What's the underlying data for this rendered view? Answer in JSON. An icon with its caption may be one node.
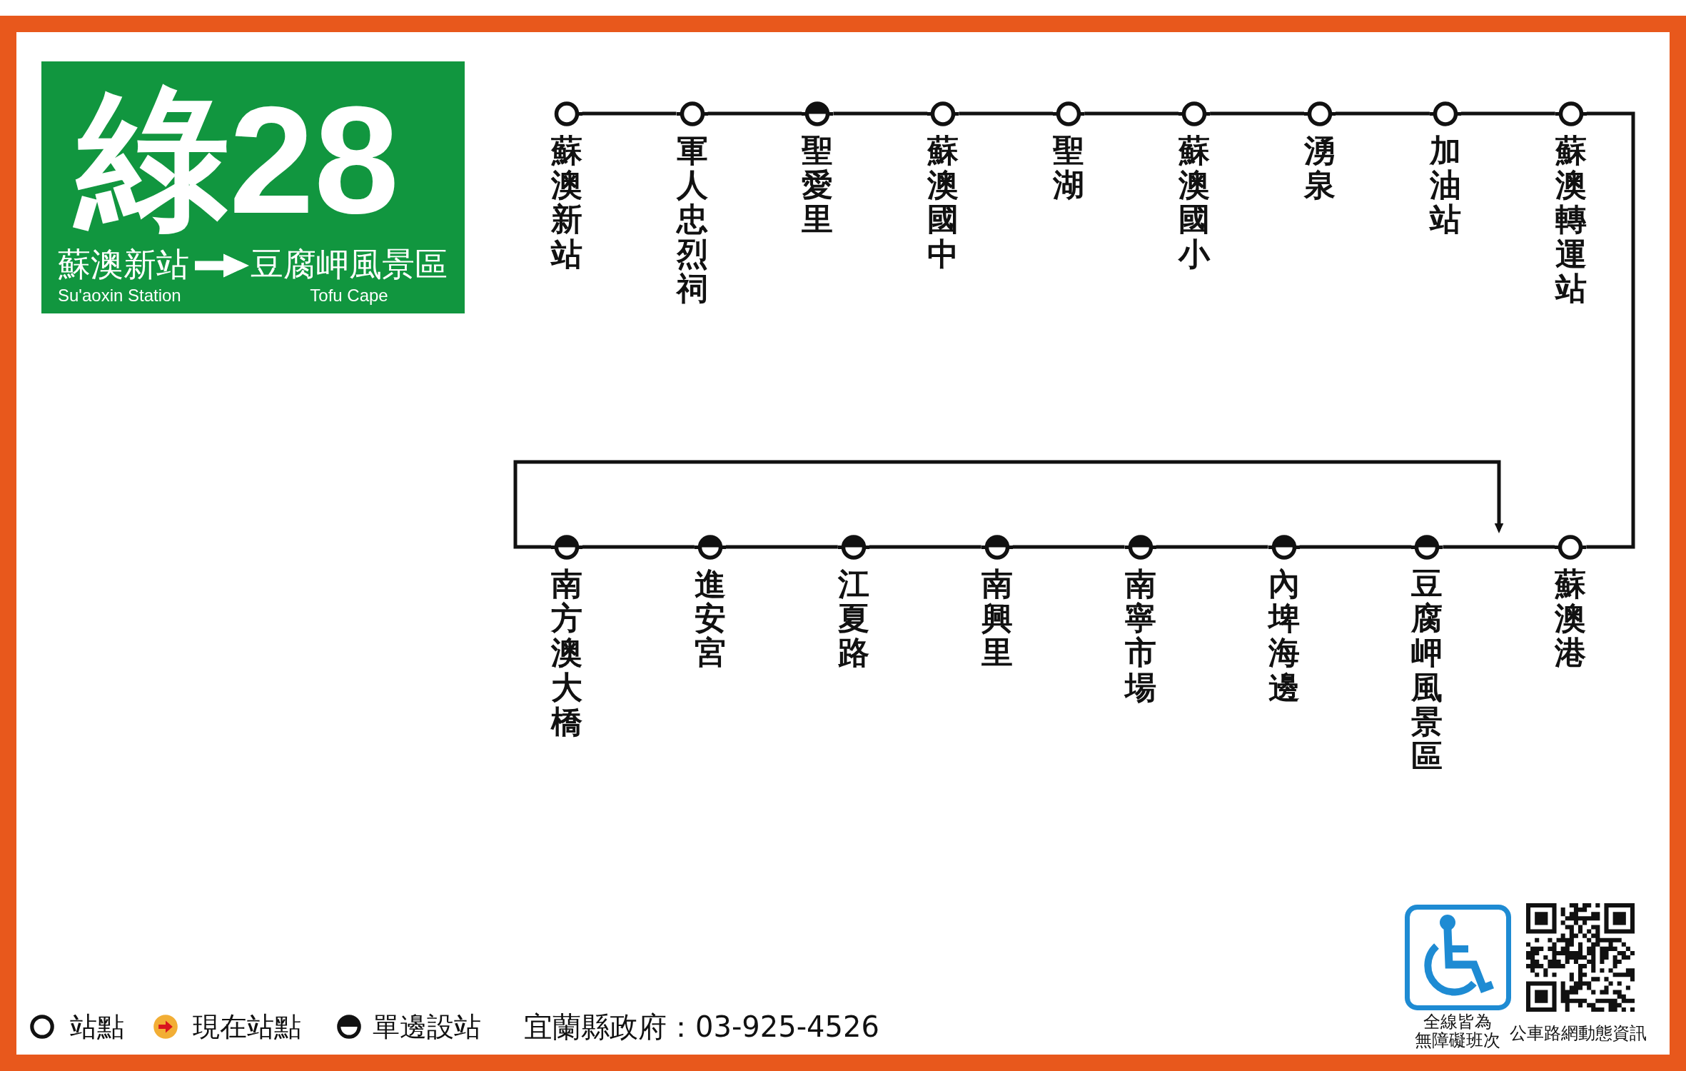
{
  "diagram": {
    "nodes": [
      {
        "text": [
          "綠28"
        ]
      },
      {
        "text": [
          "蘇澳新站",
          "Su'aoxin Station"
        ],
        "in": 0
      },
      {
        "text": [
          "豆腐岬風景區",
          "Tofu Cape"
        ],
        "in": 0
      },
      {
        "text": [
          "蘇澳新站"
        ]
      },
      {
        "text": [
          "軍人忠烈祠"
        ]
      },
      {
        "text": [
          "聖愛里"
        ]
      },
      {
        "text": [
          "蘇澳國中"
        ]
      },
      {
        "text": [
          "聖湖"
        ]
      },
      {
        "text": [
          "蘇澳國小"
        ]
      },
      {
        "text": [
          "湧泉"
        ]
      },
      {
        "text": [
          "加油站"
        ]
      },
      {
        "text": [
          "蘇澳轉運站"
        ]
      },
      {
        "text": [
          "南方澳大橋"
        ]
      },
      {
        "text": [
          "進安宮"
        ]
      },
      {
        "text": [
          "江夏路"
        ]
      },
      {
        "text": [
          "南興里"
        ]
      },
      {
        "text": [
          "南寧市場"
        ]
      },
      {
        "text": [
          "內埤海邊"
        ]
      },
      {
        "text": [
          "豆腐岬風景區"
        ]
      },
      {
        "text": [
          "蘇澳港"
        ]
      }
    ],
    "edges": [
      {
        "from": 1,
        "to": 2,
        "arrow": "to",
        "style": "thick",
        "color": "#ffffff"
      },
      {
        "from": 3,
        "to": 4,
        "arrow": "none"
      },
      {
        "from": 4,
        "to": 5,
        "arrow": "none"
      },
      {
        "from": 5,
        "to": 6,
        "arrow": "none"
      },
      {
        "from": 6,
        "to": 7,
        "arrow": "none"
      },
      {
        "from": 7,
        "to": 8,
        "arrow": "none"
      },
      {
        "from": 8,
        "to": 9,
        "arrow": "none"
      },
      {
        "from": 9,
        "to": 10,
        "arrow": "none"
      },
      {
        "from": 10,
        "to": 11,
        "arrow": "none"
      },
      {
        "from": 11,
        "to": 19,
        "arrow": "none"
      },
      {
        "from": 19,
        "to": 18,
        "arrow": "none"
      },
      {
        "from": 18,
        "to": 17,
        "arrow": "none"
      },
      {
        "from": 17,
        "to": 16,
        "arrow": "none"
      },
      {
        "from": 16,
        "to": 15,
        "arrow": "none"
      },
      {
        "from": 15,
        "to": 14,
        "arrow": "none"
      },
      {
        "from": 14,
        "to": 13,
        "arrow": "none"
      },
      {
        "from": 13,
        "to": 12,
        "arrow": "none"
      },
      {
        "from": 12,
        "to": null,
        "arrow": "to"
      }
    ],
    "labels": [
      "宜蘭縣政府：03-925-4526",
      "全線皆為無障礙班次",
      "公車路網動態資訊"
    ],
    "legend": [
      {
        "text": "站點"
      },
      {
        "text": "現在站點"
      },
      {
        "text": "單邊設站"
      }
    ]
  }
}
